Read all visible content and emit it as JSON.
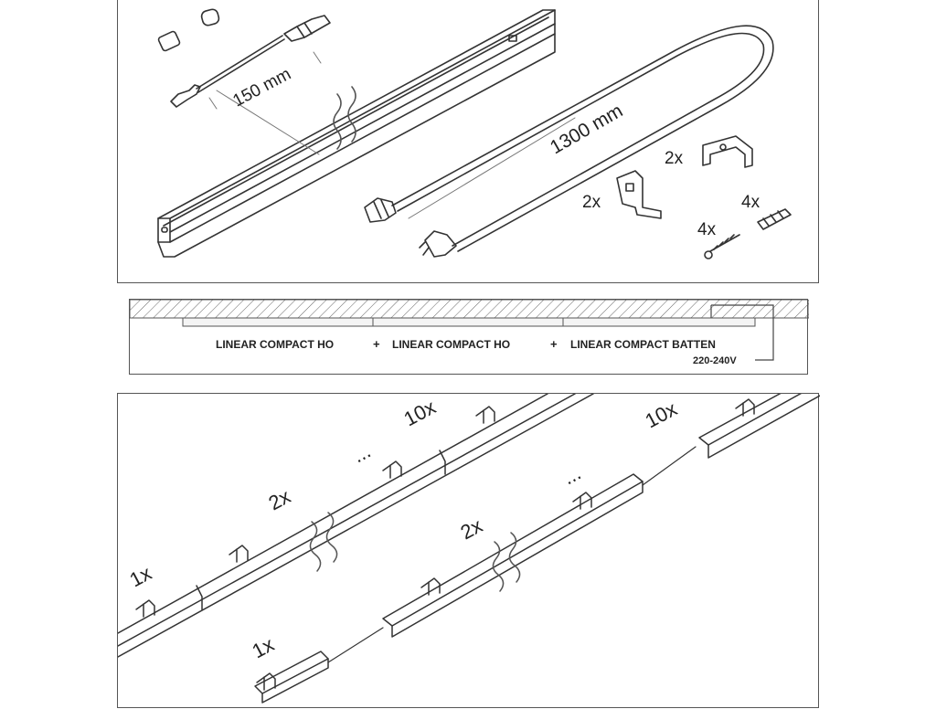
{
  "kit_contents": {
    "dimension_short": "150 mm",
    "dimension_long": "1300 mm",
    "qty_clip": "2x",
    "qty_bracket": "2x",
    "qty_dowel": "4x",
    "qty_screw": "4x"
  },
  "connection_diagram": {
    "product_1": "LINEAR COMPACT HO",
    "plus_1": "+",
    "product_2": "LINEAR COMPACT HO",
    "plus_2": "+",
    "product_3": "LINEAR COMPACT BATTEN",
    "voltage": "220-240V"
  },
  "chain_diagram": {
    "upper_1": "1x",
    "upper_2": "2x",
    "upper_dots": "...",
    "upper_10": "10x",
    "lower_1": "1x",
    "lower_2": "2x",
    "lower_dots": "...",
    "lower_10": "10x"
  }
}
